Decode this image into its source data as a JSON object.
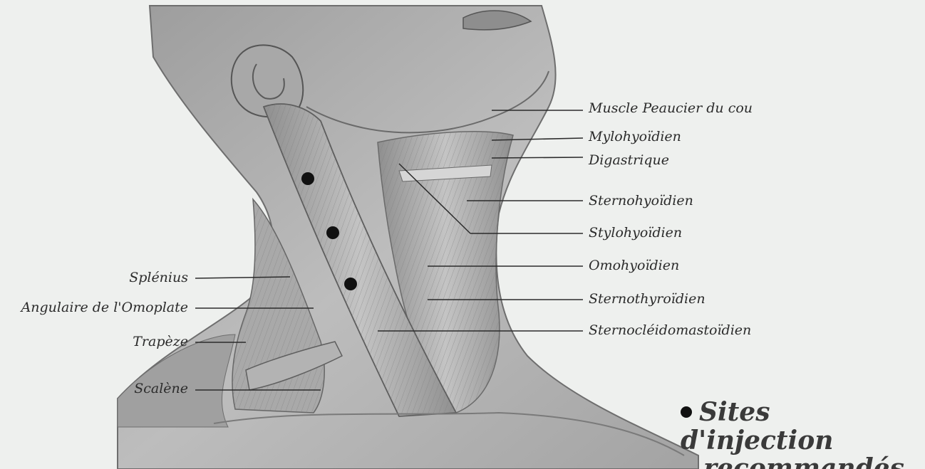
{
  "labels_right": [
    "Muscle Peaucier du cou",
    "Mylohyoïdien",
    "Digastrique",
    "Sternohyoïdien",
    "Stylohyoïdien",
    "Omohyoïdien",
    "Sternothyroïdien",
    "Sternocléidomastoïdien"
  ],
  "labels_left": [
    "Splénius",
    "Angulaire de l'Omoplate",
    "Trapèze",
    "Scalène"
  ],
  "legend": {
    "line1": "Sites d'injection",
    "line2": "recommandés"
  },
  "injection_sites_count": 3,
  "colors": {
    "background": "#eef0ee",
    "skin": "#b9b9b9",
    "muscle": "#a6a6a6",
    "line": "#2b2b2b",
    "dot": "#111111"
  }
}
